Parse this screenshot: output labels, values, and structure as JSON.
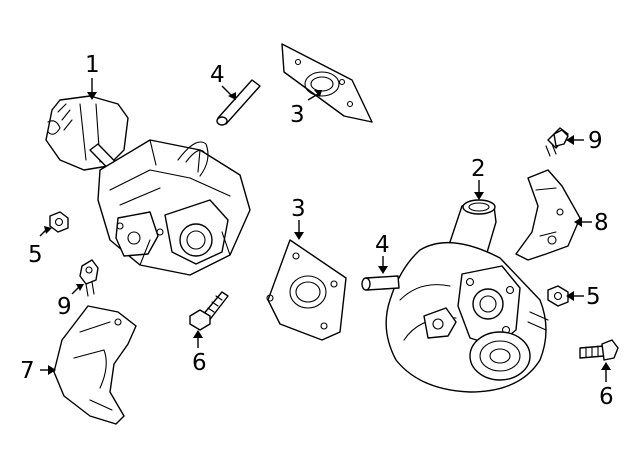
{
  "diagram": {
    "callouts": [
      {
        "id": "c1",
        "label": "1"
      },
      {
        "id": "c2",
        "label": "2"
      },
      {
        "id": "c3a",
        "label": "3"
      },
      {
        "id": "c3b",
        "label": "3"
      },
      {
        "id": "c4a",
        "label": "4"
      },
      {
        "id": "c4b",
        "label": "4"
      },
      {
        "id": "c5a",
        "label": "5"
      },
      {
        "id": "c5b",
        "label": "5"
      },
      {
        "id": "c6a",
        "label": "6"
      },
      {
        "id": "c6b",
        "label": "6"
      },
      {
        "id": "c7",
        "label": "7"
      },
      {
        "id": "c8",
        "label": "8"
      },
      {
        "id": "c9a",
        "label": "9"
      },
      {
        "id": "c9b",
        "label": "9"
      }
    ]
  }
}
